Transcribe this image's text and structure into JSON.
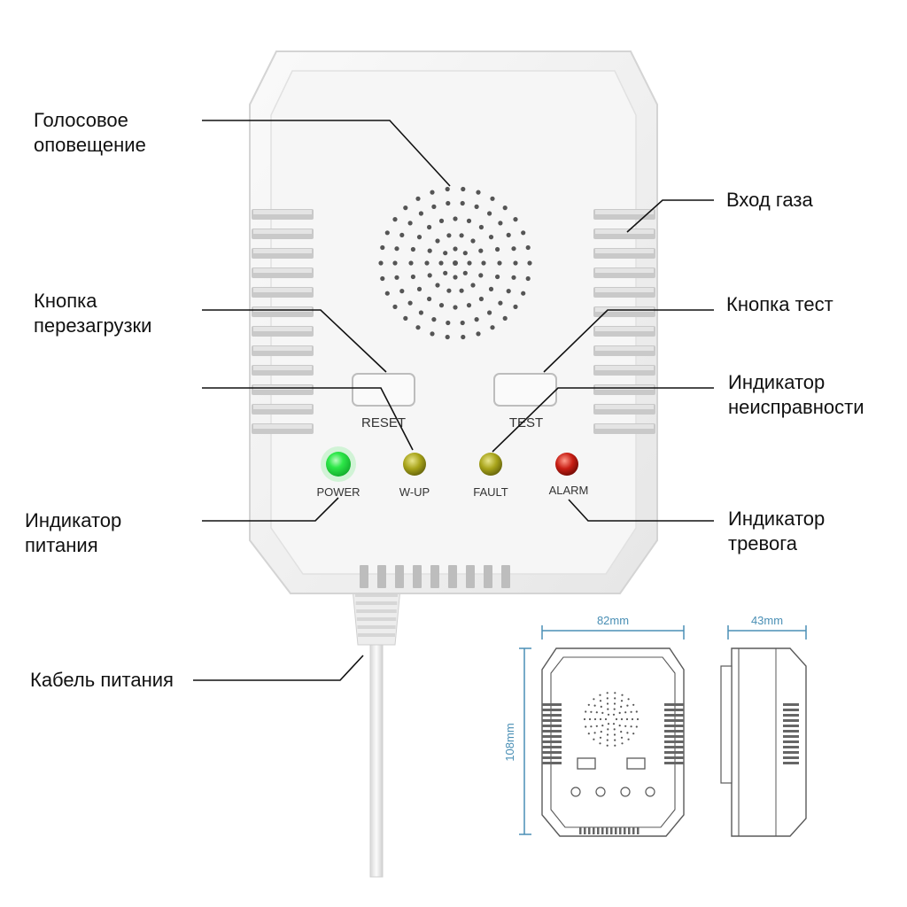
{
  "callouts": {
    "voice": "Голосовое\nоповещение",
    "gas_inlet": "Вход газа",
    "reset_button": "Кнопка\nперезагрузки",
    "test_button": "Кнопка тест",
    "fault_indicator": "Индикатор\nнеисправности",
    "power_indicator": "Индикатор\nпитания",
    "alarm_indicator": "Индикатор\nтревога",
    "power_cable": "Кабель питания"
  },
  "device": {
    "reset_label": "RESET",
    "test_label": "TEST",
    "leds": [
      {
        "label": "POWER",
        "color": "#2ee84a"
      },
      {
        "label": "W-UP",
        "color": "#a7a51c"
      },
      {
        "label": "FAULT",
        "color": "#a8a41a"
      },
      {
        "label": "ALARM",
        "color": "#c81e14"
      }
    ]
  },
  "dimensions": {
    "width": "82mm",
    "height": "108mm",
    "depth": "43mm"
  },
  "colors": {
    "dimension_line": "#4a8fb5",
    "housing": "#f2f2f2"
  }
}
